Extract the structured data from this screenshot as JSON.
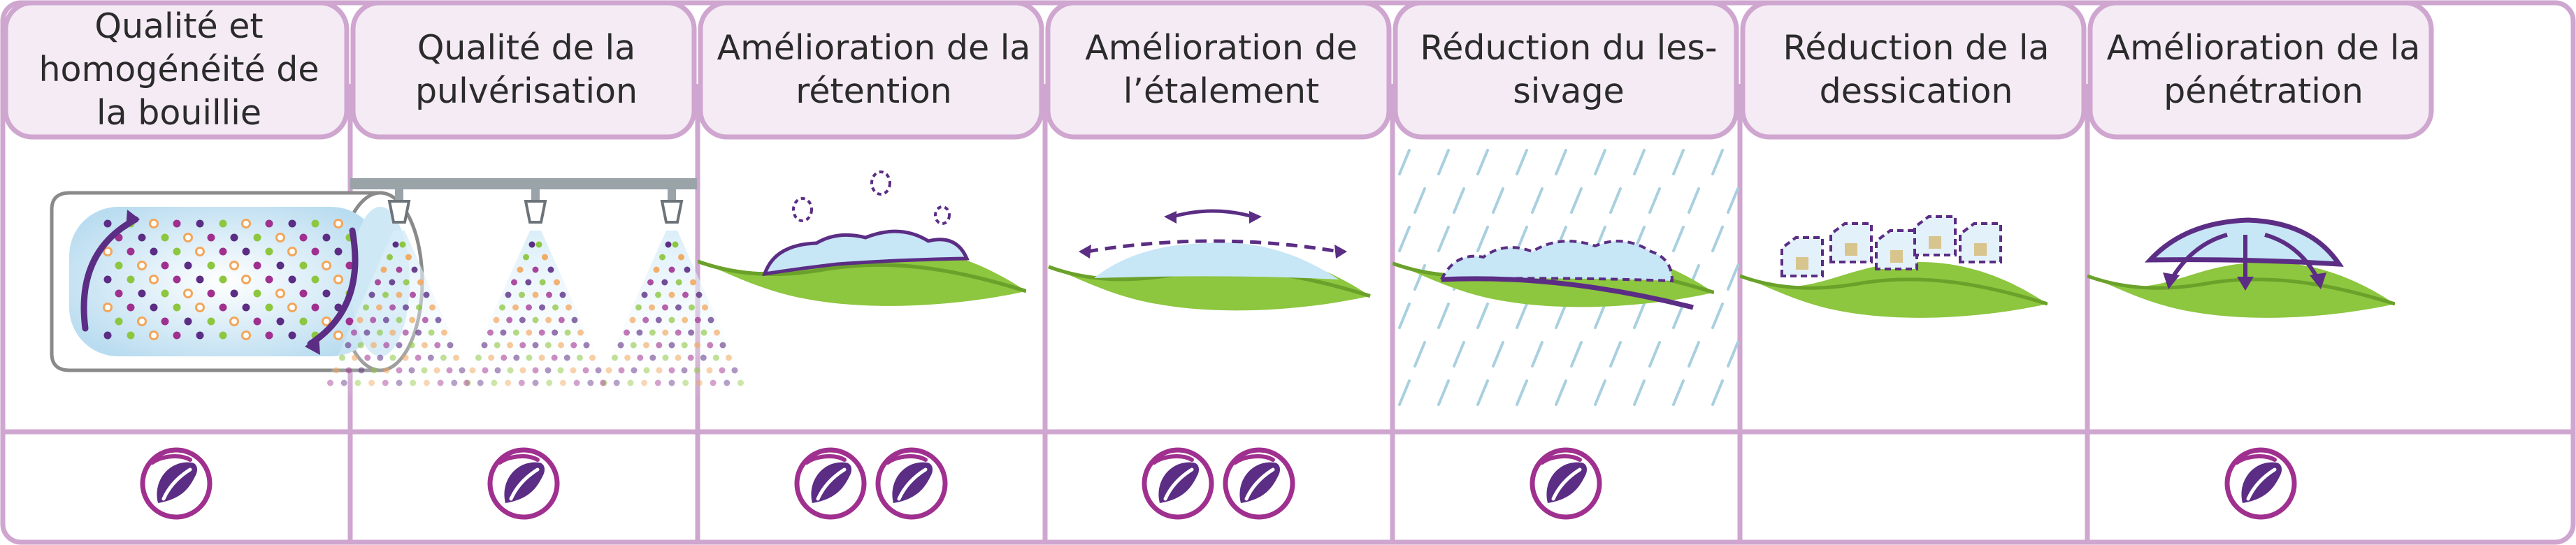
{
  "columns": [
    {
      "title": "Qualité et homogénéité de la bouillie",
      "icon": "mixing-tank-icon",
      "badge_count": 1
    },
    {
      "title": "Qualité de la pulvérisation",
      "icon": "spray-nozzles-icon",
      "badge_count": 1
    },
    {
      "title": "Amélioration de la rétention",
      "icon": "leaf-droplet-retention-icon",
      "badge_count": 2
    },
    {
      "title": "Amélioration de l’étalement",
      "icon": "leaf-droplet-spreading-icon",
      "badge_count": 2
    },
    {
      "title": "Réduction du les-sivage",
      "icon": "leaf-rain-washoff-icon",
      "badge_count": 1
    },
    {
      "title": "Réduction de la dessication",
      "icon": "leaf-crystal-drying-icon",
      "badge_count": 0
    },
    {
      "title": "Amélioration de la pénétration",
      "icon": "leaf-penetration-icon",
      "badge_count": 1
    }
  ],
  "badge_icon": "leaf-logo-badge-icon",
  "colors": {
    "border": "#cfa6cf",
    "header_fill": "#f4ebf4",
    "purple": "#5b2d84",
    "badge_purple": "#a0308f",
    "leaf": "#8dc63f",
    "droplet": "#c7e6f6",
    "rain": "#a9d0df"
  }
}
